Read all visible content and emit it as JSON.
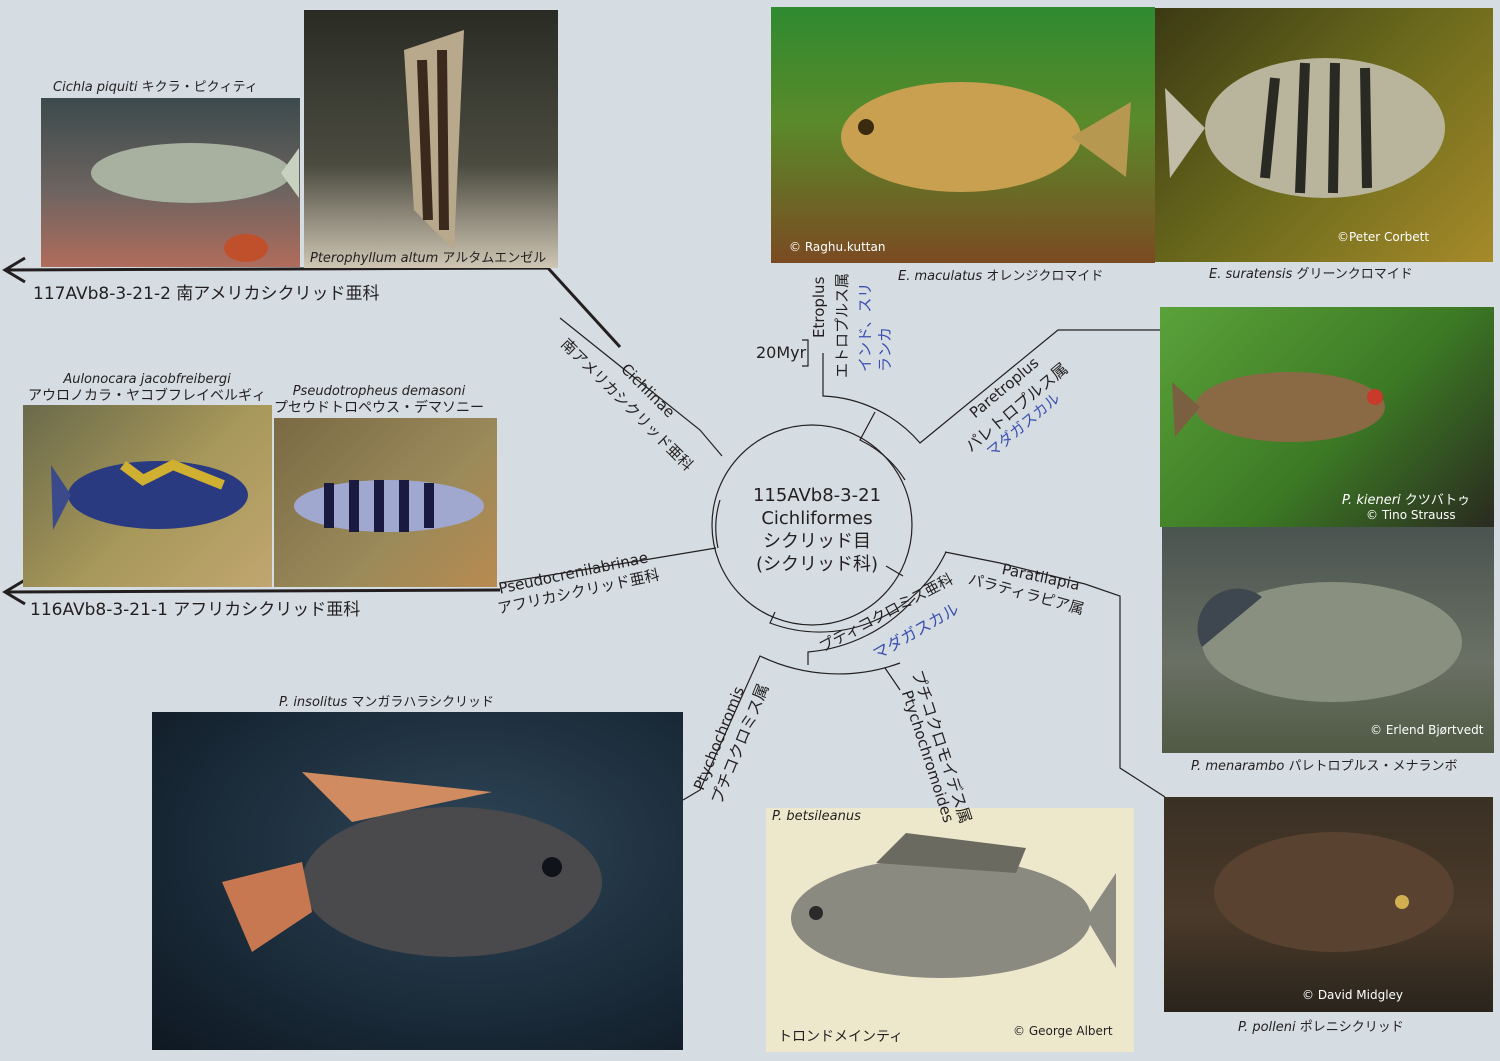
{
  "center": {
    "code": "115AVb8-3-21",
    "latin": "Cichliformes",
    "jp1": "シクリッド目",
    "jp2": "(シクリッド科)"
  },
  "scale": "20Myr",
  "branches": {
    "south_america_link": "117AVb8-3-21-2 南アメリカシクリッド亜科",
    "africa_link": "116AVb8-3-21-1 アフリカシクリッド亜科",
    "cichlinae_latin": "Cichlinae",
    "cichlinae_jp": "南アメリカシクリッド亜科",
    "pseudo_latin": "Pseudocrenilabrinae",
    "pseudo_jp": "アフリカシクリッド亜科",
    "etroplus_latin": "Etroplus",
    "etroplus_jp": "エトロプルス属",
    "etroplus_region": "インド、スリランカ",
    "paretroplus_latin": "Paretroplus",
    "paretroplus_jp": "パレトロプルス属",
    "paretroplus_region": "マダガスカル",
    "paratilapia_latin": "Paratilapia",
    "paratilapia_jp": "パラティラピア属",
    "ptychochrominae_jp": "プティコクロミス亜科",
    "ptychochrominae_region": "マダガスカル",
    "ptychochromis_latin": "Ptychochromis",
    "ptychochromis_jp": "プチコクロミス属",
    "ptychochromoides_latin": "Ptychochromoides",
    "ptychochromoides_jp": "プチコクロモイデス属"
  },
  "photos": [
    {
      "sci": "Cichla piquiti",
      "jp": "キクラ・ピクィティ"
    },
    {
      "sci": "Pterophyllum altum",
      "jp": "アルタムエンゼル"
    },
    {
      "sci": "E. maculatus",
      "jp": "オレンジクロマイド",
      "credit": "© Raghu.kuttan"
    },
    {
      "sci": "E. suratensis",
      "jp": "グリーンクロマイド",
      "credit": "©Peter Corbett"
    },
    {
      "sci": "P. kieneri",
      "jp": "クツバトゥ",
      "credit": "© Tino Strauss"
    },
    {
      "sci": "P. menarambo",
      "jp": "パレトロプルス・メナランボ",
      "credit": "© Erlend Bjørtvedt"
    },
    {
      "sci": "P. polleni",
      "jp": "ポレニシクリッド",
      "credit": "© David Midgley"
    },
    {
      "sci": "Aulonocara jacobfreibergi",
      "jp": "アウロノカラ・ヤコブフレイベルギィ"
    },
    {
      "sci": "Pseudotropheus demasoni",
      "jp": "プセウドトロペウス・デマソニー"
    },
    {
      "sci": "P. insolitus",
      "jp": "マンガラハラシクリッド"
    },
    {
      "sci": "P. betsileanus",
      "jp": "トロンドメインティ",
      "credit": "© George Albert"
    }
  ]
}
